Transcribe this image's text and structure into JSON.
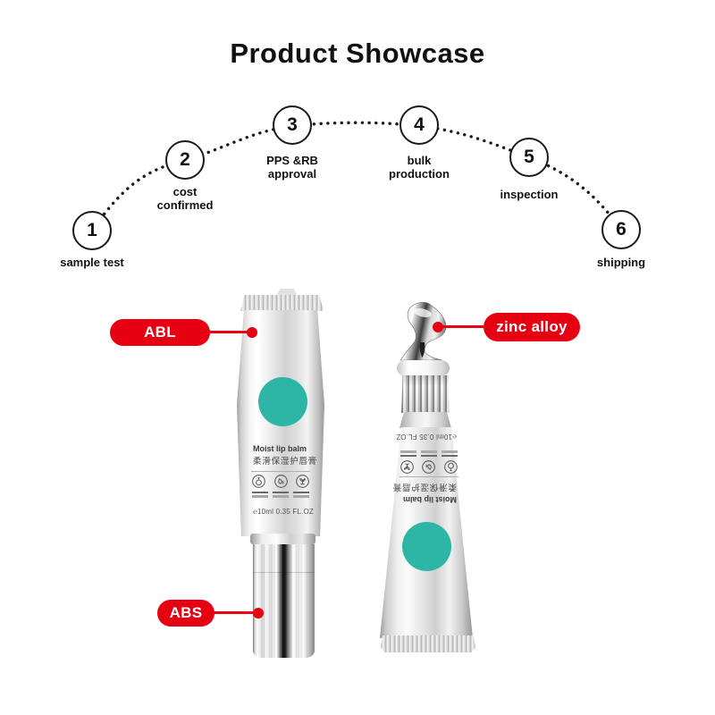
{
  "title": "Product Showcase",
  "process_steps": [
    {
      "number": "1",
      "label": "sample test"
    },
    {
      "number": "2",
      "label": "cost\nconfirmed"
    },
    {
      "number": "3",
      "label": "PPS &RB\napproval"
    },
    {
      "number": "4",
      "label": "bulk\nproduction"
    },
    {
      "number": "5",
      "label": "inspection"
    },
    {
      "number": "6",
      "label": "shipping"
    }
  ],
  "callouts": {
    "tube_material": "ABL",
    "applicator_material": "zinc alloy",
    "cap_material": "ABS"
  },
  "product": {
    "name_en": "Moist lip balm",
    "name_zh": "柔滑保湿护唇膏",
    "volume": "℮10ml 0.35 FL.OZ",
    "feature_icons": [
      "bottle-icon",
      "droplets-icon",
      "plant-icon"
    ]
  },
  "colors": {
    "accent_red": "#e60012",
    "brand_teal": "#2db6a6",
    "line_black": "#1a1a1a"
  }
}
